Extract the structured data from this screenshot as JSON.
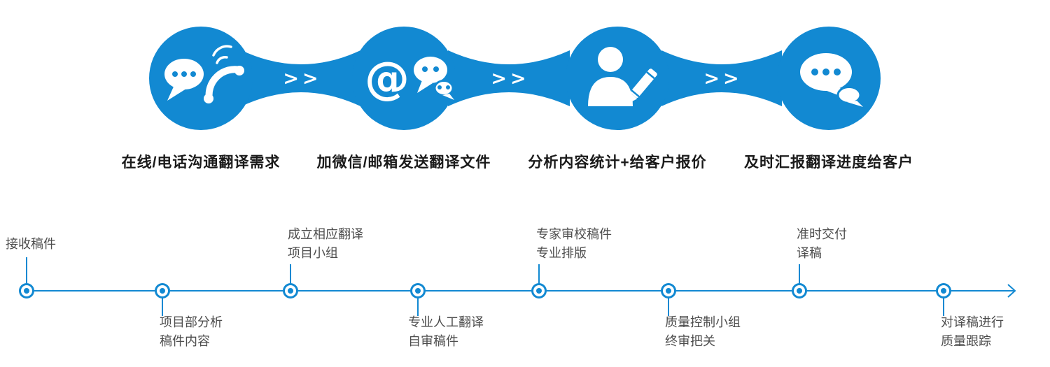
{
  "colors": {
    "primary": "#1289d2",
    "caption": "#1a1a1a",
    "label": "#4d4d4d"
  },
  "connector_label": ">>",
  "icons": {
    "at_glyph": "@"
  },
  "top_steps": [
    {
      "icon": "chat-phone-icon",
      "label": "在线/电话沟通翻译需求"
    },
    {
      "icon": "at-wechat-icon",
      "label": "加微信/邮箱发送翻译文件"
    },
    {
      "icon": "analyst-pencil-icon",
      "label": "分析内容统计+给客户报价"
    },
    {
      "icon": "chat-report-icon",
      "label": "及时汇报翻译进度给客户"
    }
  ],
  "timeline": {
    "nodes": [
      {
        "position": "above",
        "lines": [
          "接收稿件"
        ]
      },
      {
        "position": "below",
        "lines": [
          "项目部分析",
          "稿件内容"
        ]
      },
      {
        "position": "above",
        "lines": [
          "成立相应翻译",
          "项目小组"
        ]
      },
      {
        "position": "below",
        "lines": [
          "专业人工翻译",
          "自审稿件"
        ]
      },
      {
        "position": "above",
        "lines": [
          "专家审校稿件",
          "专业排版"
        ]
      },
      {
        "position": "below",
        "lines": [
          "质量控制小组",
          "终审把关"
        ]
      },
      {
        "position": "above",
        "lines": [
          "准时交付",
          "译稿"
        ]
      },
      {
        "position": "below",
        "lines": [
          "对译稿进行",
          "质量跟踪"
        ]
      }
    ]
  }
}
